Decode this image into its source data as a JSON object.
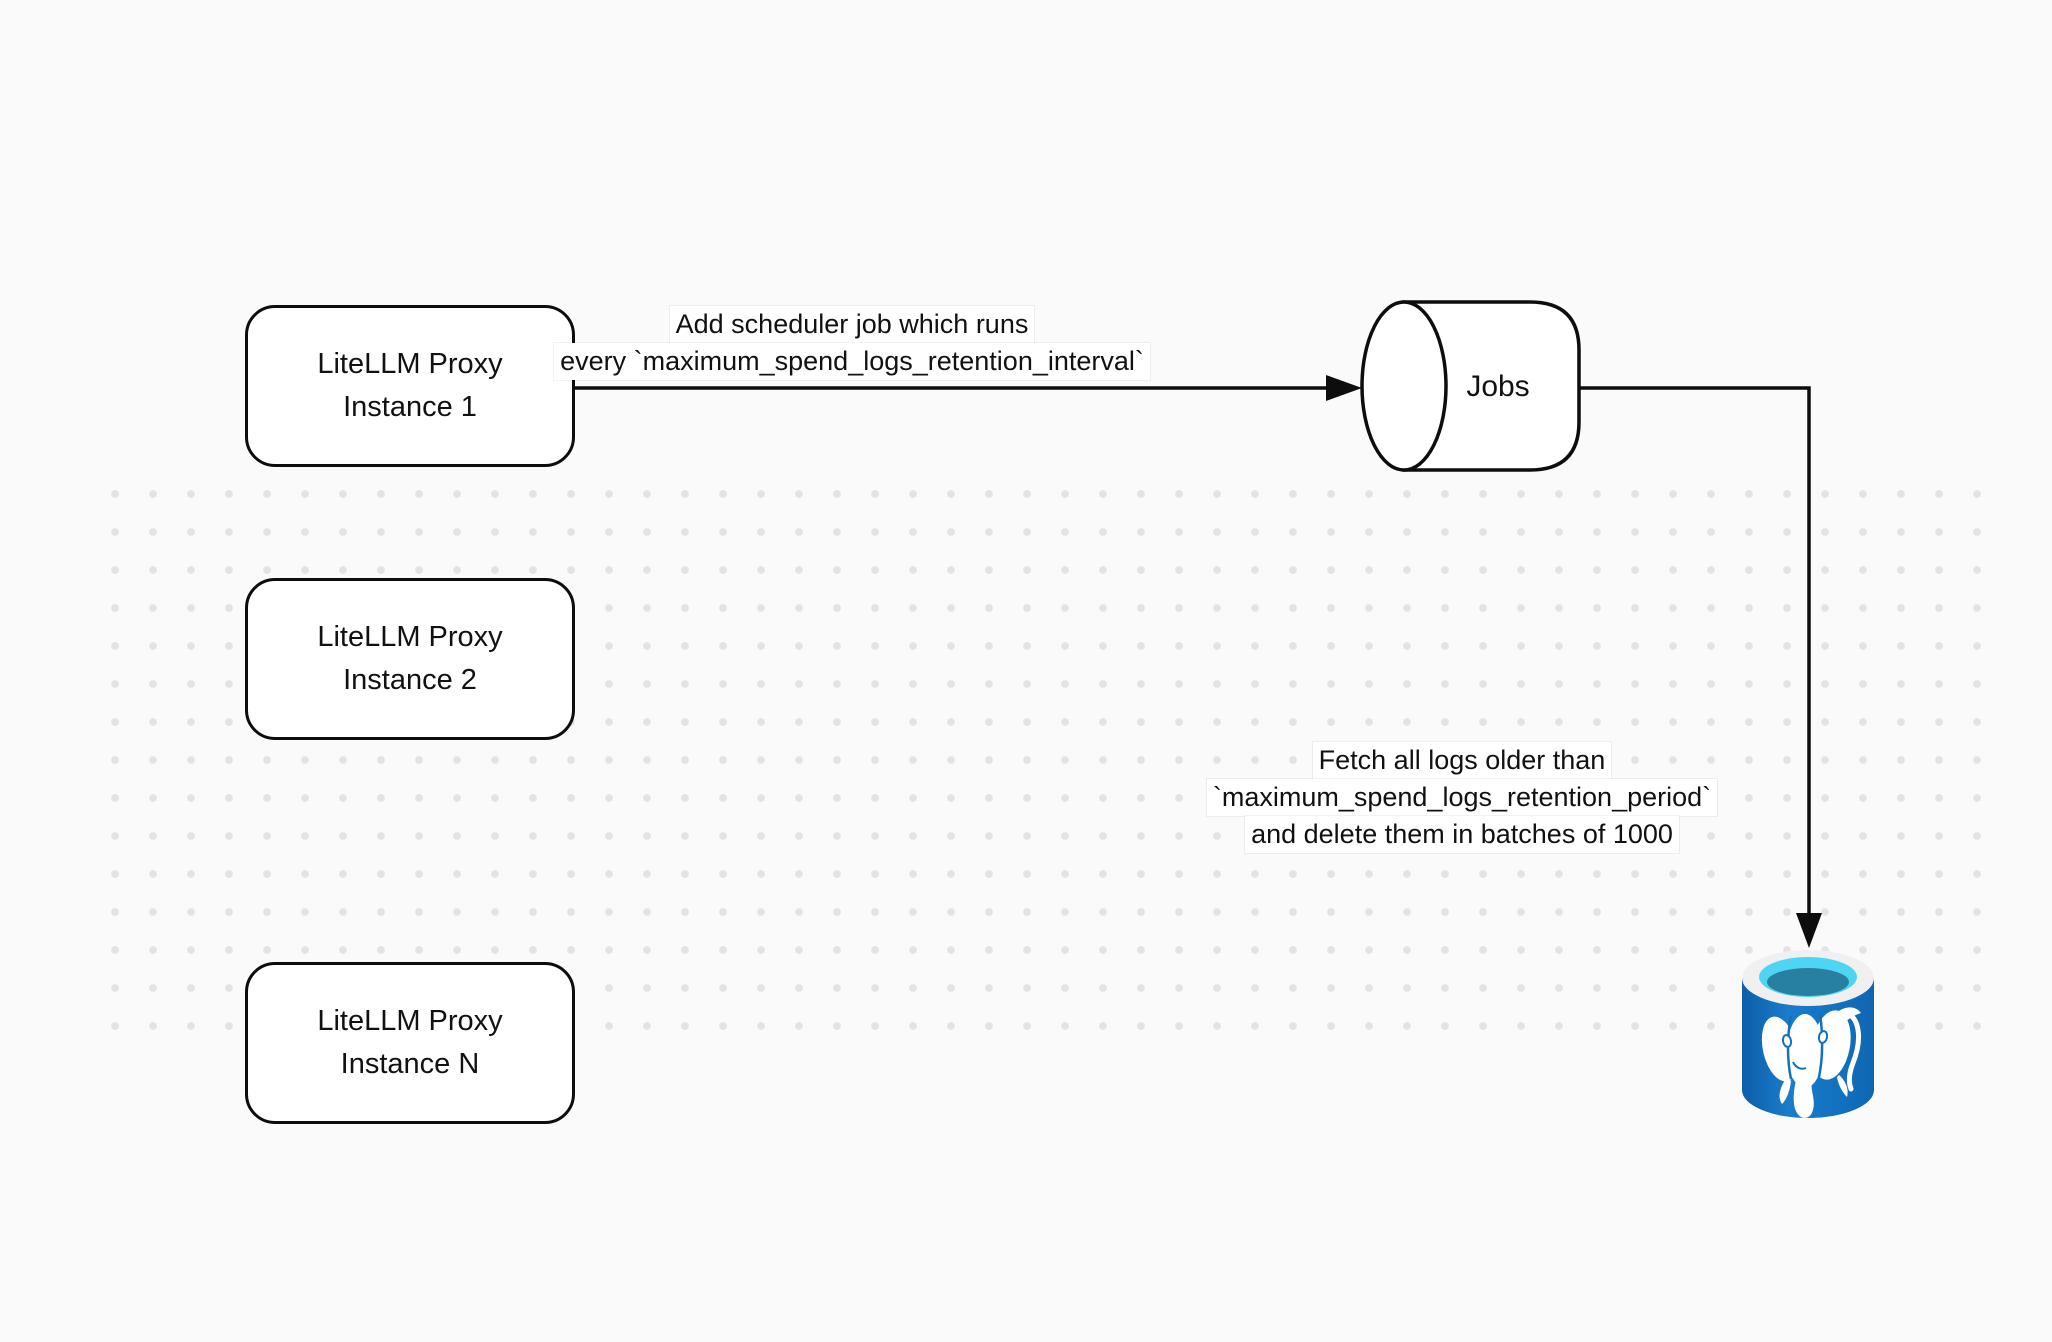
{
  "nodes": {
    "proxy1": {
      "line1": "LiteLLM Proxy",
      "line2": "Instance 1"
    },
    "proxy2": {
      "line1": "LiteLLM Proxy",
      "line2": "Instance 2"
    },
    "proxyN": {
      "line1": "LiteLLM Proxy",
      "line2": "Instance N"
    },
    "jobs": {
      "label": "Jobs"
    },
    "database": {
      "icon": "postgresql-database-icon"
    }
  },
  "edges": {
    "add_scheduler": {
      "line1": "Add scheduler job which runs",
      "line2": "every `maximum_spend_logs_retention_interval`"
    },
    "fetch_delete": {
      "line1": "Fetch all logs older than",
      "line2": "`maximum_spend_logs_retention_period`",
      "line3": "and delete them in batches of 1000"
    }
  },
  "colors": {
    "canvas_bg": "#fafafa",
    "dot": "#e3e3e3",
    "stroke": "#0d0d0d",
    "node_fill": "#ffffff",
    "pg_blue": "#1171bf",
    "pg_blue_dark": "#0d5ea8",
    "pg_cyan": "#4ed5f3",
    "pg_rim": "#f0f0f0",
    "pg_liquid": "#27809f"
  }
}
